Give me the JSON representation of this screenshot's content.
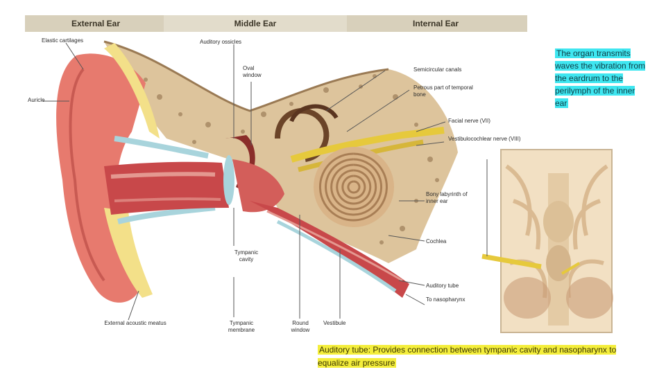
{
  "headers": {
    "external": "External Ear",
    "middle": "Middle Ear",
    "internal": "Internal Ear"
  },
  "labels": {
    "elastic_cartilages": "Elastic cartilages",
    "auricle": "Auricle",
    "auditory_ossicles": "Auditory ossicles",
    "oval_window": "Oval window",
    "semicircular_canals": "Semicircular canals",
    "petrous_part": "Petrous part of temporal bone",
    "facial_nerve": "Facial nerve (VII)",
    "vestibulocochlear_nerve": "Vestibulocochlear nerve (VIII)",
    "bony_labyrinth": "Bony labyrinth of inner ear",
    "cochlea": "Cochlea",
    "auditory_tube": "Auditory tube",
    "to_nasopharynx": "To nasopharynx",
    "external_acoustic_meatus": "External acoustic meatus",
    "tympanic_cavity": "Tympanic cavity",
    "tympanic_membrane": "Tympanic membrane",
    "round_window": "Round window",
    "vestibule": "Vestibule"
  },
  "notes": {
    "cyan": "The organ transmits waves the vibration from the eardrum to the perilymph of the inner ear",
    "yellow": "Auditory tube: Provides connection between tympanic cavity and nasopharynx to equalize air pressure"
  },
  "colors": {
    "header_bg": "#e2dccb",
    "cyan_highlight": "#3fe6f0",
    "yellow_highlight": "#f4ee3c",
    "skin": "#e77a6e",
    "canal": "#c8484a",
    "bone": "#ddc49c",
    "cochlea": "#d9b488",
    "nerve": "#e6c93c",
    "cartilage_fat": "#f3e089",
    "membrane_blue": "#a8d4dc"
  }
}
